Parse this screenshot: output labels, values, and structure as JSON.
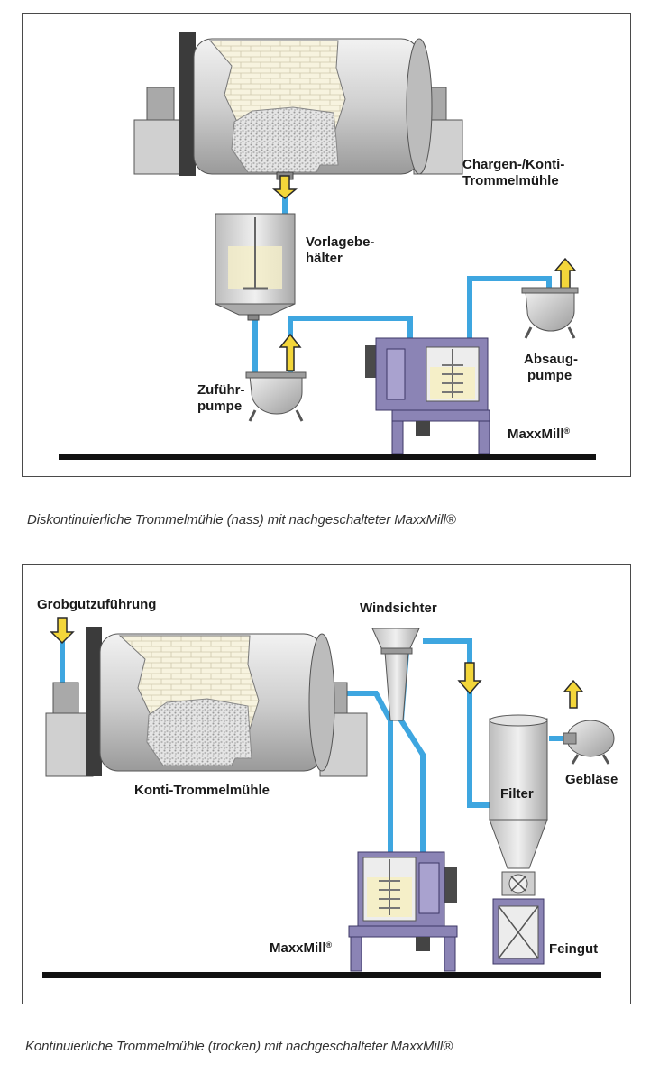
{
  "diagram1": {
    "labels": {
      "drum_mill_1": "Chargen-/Konti-",
      "drum_mill_2": "Trommelmühle",
      "tank_1": "Vorlagebe-",
      "tank_2": "hälter",
      "exhaust_pump_1": "Absaug-",
      "exhaust_pump_2": "pumpe",
      "feed_pump_1": "Zuführ-",
      "feed_pump_2": "pumpe",
      "maxxmill": "MaxxMill",
      "registered": "®"
    },
    "caption": "Diskontinuierliche Trommelmühle (nass) mit nachgeschalteter MaxxMill®"
  },
  "diagram2": {
    "labels": {
      "coarse_feed": "Grobgutzuführung",
      "classifier": "Windsichter",
      "filter": "Filter",
      "blower": "Gebläse",
      "conti_mill": "Konti-Trommelmühle",
      "maxxmill": "MaxxMill",
      "registered": "®",
      "fine_product": "Feingut"
    },
    "caption": "Kontinuierliche Trommelmühle (trocken) mit nachgeschalteter MaxxMill®"
  },
  "colors": {
    "pipe": "#3ea6e0",
    "arrow": "#f3d63a",
    "machine": "#8b84b5",
    "metal": "#d6d6d6",
    "ground": "#111111"
  }
}
